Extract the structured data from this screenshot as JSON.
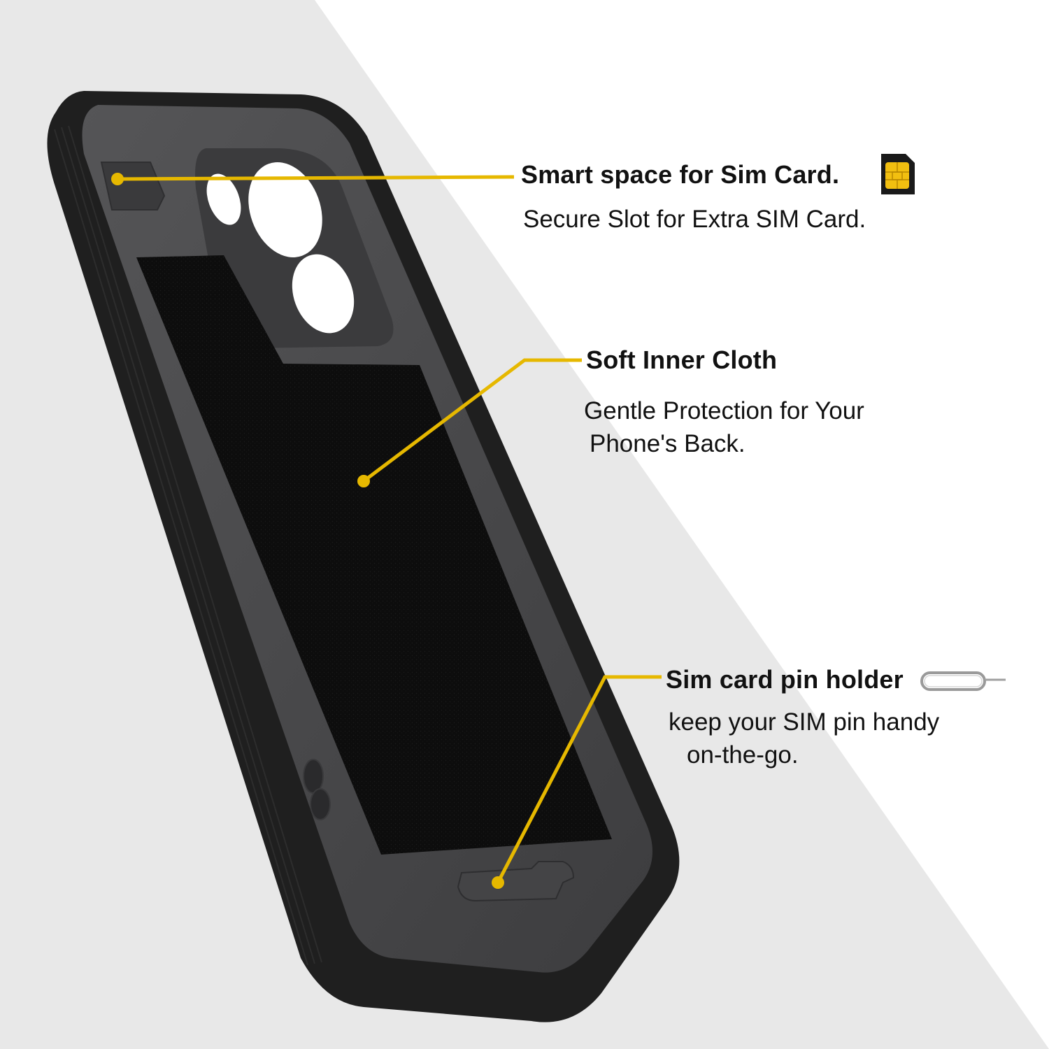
{
  "colors": {
    "background_panel": "#e8e8e8",
    "case_body": "#1f1f1f",
    "case_inner": "#4a4a4c",
    "cloth": "#0e0e0e",
    "callout_line": "#e6b800",
    "text": "#111111"
  },
  "callouts": {
    "sim_space": {
      "title": "Smart space for Sim Card.",
      "description": "Secure Slot for Extra SIM Card.",
      "icon": "sim-card-icon"
    },
    "inner_cloth": {
      "title": "Soft Inner Cloth",
      "description_line1": "Gentle Protection for Your",
      "description_line2": "Phone's Back."
    },
    "pin_holder": {
      "title": "Sim card pin holder",
      "description_line1": "keep your SIM pin handy",
      "description_line2": "on-the-go.",
      "icon": "sim-eject-pin-icon"
    }
  }
}
